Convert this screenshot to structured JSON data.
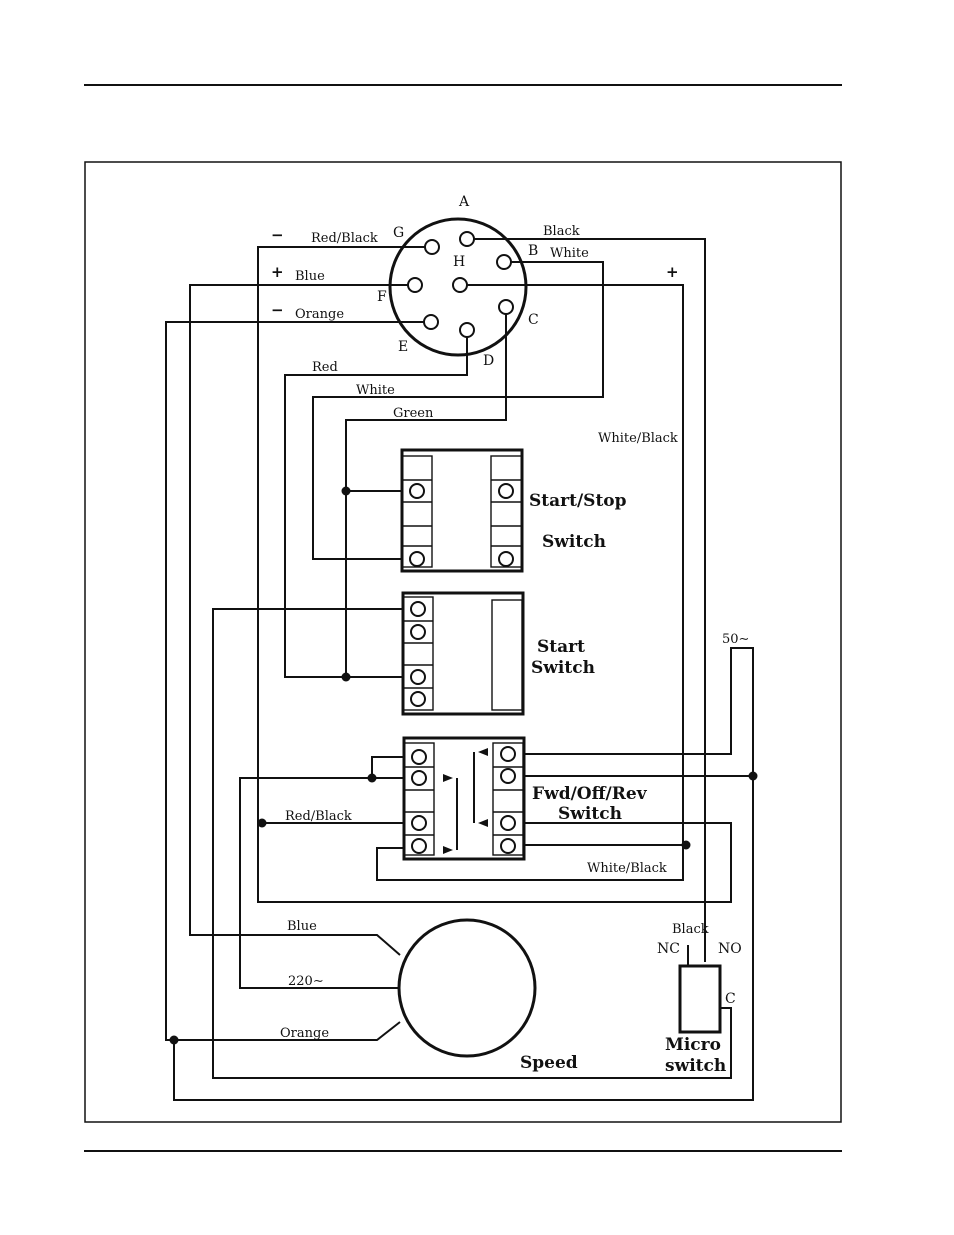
{
  "connector": {
    "pins": {
      "A": "A",
      "B": "B",
      "C": "C",
      "D": "D",
      "E": "E",
      "F": "F",
      "G": "G",
      "H": "H"
    }
  },
  "wires": {
    "red_black_top": "Red/Black",
    "black_top": "Black",
    "white_top": "White",
    "blue_top": "Blue",
    "orange_top": "Orange",
    "red": "Red",
    "white": "White",
    "green": "Green",
    "white_black_right": "White/Black",
    "red_black_lower": "Red/Black",
    "white_black_lower": "White/Black",
    "blue_motor": "Blue",
    "v220": "220∼",
    "orange_motor": "Orange",
    "black_micro": "Black",
    "v50": "50∼"
  },
  "polarity": {
    "neg1": "−",
    "pos1": "+",
    "neg2": "−",
    "pos2": "+"
  },
  "components": {
    "start_stop_line1": "Start/Stop",
    "start_stop_line2": "Switch",
    "start_line1": "Start",
    "start_line2": "Switch",
    "fwd_line1": "Fwd/Off/Rev",
    "fwd_line2": "Switch",
    "speed": "Speed",
    "micro_line1": "Micro",
    "micro_line2": "switch"
  },
  "micro_terminals": {
    "nc": "NC",
    "no": "NO",
    "c": "C"
  }
}
